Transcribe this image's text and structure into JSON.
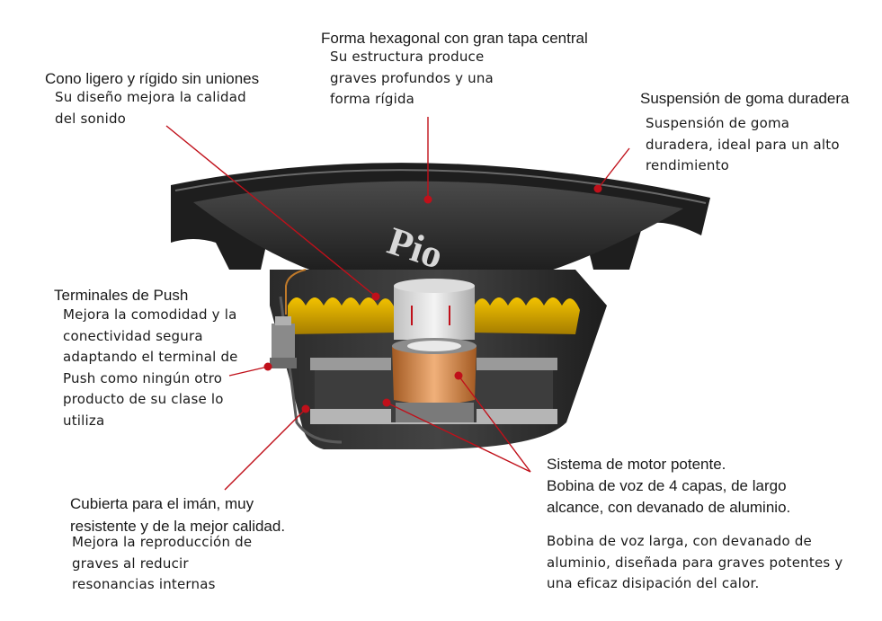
{
  "callouts": {
    "top_center": {
      "title": "Forma hexagonal con gran tapa central",
      "lines": [
        "Su estructura produce",
        "graves profundos y una",
        "forma rígida"
      ]
    },
    "cone": {
      "title": "Cono ligero y rígido sin uniones",
      "lines": [
        "Su diseño mejora la calidad",
        "del sonido"
      ]
    },
    "suspension": {
      "title": "Suspensión de goma duradera",
      "lines": [
        "Suspensión de goma",
        "duradera, ideal para un alto",
        "rendimiento"
      ]
    },
    "terminals": {
      "title": "Terminales de Push",
      "lines": [
        "Mejora la comodidad y la",
        "conectividad segura",
        "adaptando el terminal de",
        "Push como ningún otro",
        "producto de su clase lo",
        "utiliza"
      ]
    },
    "motor": {
      "lines": [
        "Sistema de motor potente.",
        "Bobina de voz de 4 capas, de largo",
        "alcance, con devanado de aluminio."
      ]
    },
    "coil": {
      "lines": [
        "Bobina de voz larga, con devanado de",
        "aluminio, diseñada para graves potentes y",
        "una eficaz disipación del calor."
      ]
    },
    "magnet": {
      "title_lines": [
        "Cubierta para el imán, muy",
        "resistente y de la mejor calidad."
      ],
      "lines": [
        "Mejora la reproducción de",
        "graves al reducir",
        "resonancias internas"
      ]
    }
  },
  "colors": {
    "pointer": "#c0101a",
    "cone_dark": "#2b2b2b",
    "spider": "#d6a400",
    "coil": "#c8783a"
  },
  "brand_text": "Pio"
}
